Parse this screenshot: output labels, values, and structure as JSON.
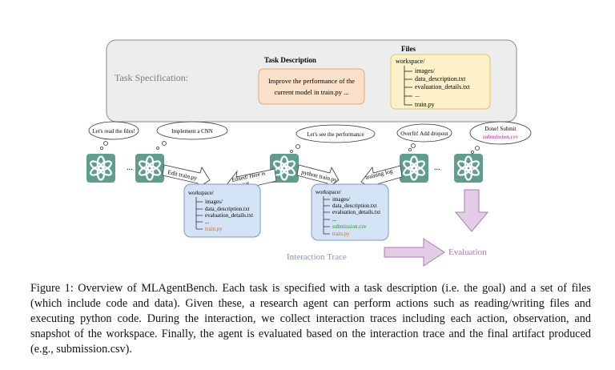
{
  "figure": {
    "task_spec_label": "Task Specification:",
    "task_description": {
      "heading": "Task Description",
      "lines": [
        "Improve the performance of the",
        "current model in train.py ..."
      ]
    },
    "files": {
      "heading": "Files",
      "root": "workspace/",
      "items": [
        "images/",
        "data_description.txt",
        "evaluation_details.txt",
        "...",
        "train.py"
      ]
    },
    "thoughts": {
      "t1": "Let's read the files!",
      "t2": "Implement a CNN",
      "t3": "Let's see the performance",
      "t4": "Overfit! Add dropout",
      "t5_line1": "Done! Submit",
      "t5_line2": "submission.csv"
    },
    "ellipsis": "...",
    "arrows": {
      "edit": "Edit train.py",
      "edited_line1": "Edited! Here is",
      "edited_line2": "the diff ...",
      "python": "python train.py",
      "log": "training log"
    },
    "workspace1": {
      "root": "workspace/",
      "items": [
        "images/",
        "data_description.txt",
        "evaluation_details.txt",
        "...",
        "train.py"
      ]
    },
    "workspace2": {
      "root": "workspace/",
      "items": [
        "images/",
        "data_description.txt",
        "evaluation_details.txt",
        "...",
        "submission.csv",
        "train.py"
      ]
    },
    "interaction_trace": "Interaction Trace",
    "evaluation": "Evaluation",
    "colors": {
      "spec_box": "#ededed",
      "desc_box": "#fbe1c9",
      "files_box": "#fdf1c9",
      "workspace_box": "#d4e2f6",
      "agent_icon": "#5f9e8c",
      "evaluation": "#c56bb5",
      "submission": "#1f9a2a",
      "train": "#d36b1d",
      "trace_text": "#7f95ce"
    }
  },
  "caption": {
    "label": "Figure 1:",
    "text": "Overview of MLAgentBench. Each task is specified with a task description (i.e. the goal) and a set of files (which include code and data). Given these, a research agent can perform actions such as reading/writing files and executing python code. During the interaction, we collect interaction traces including each action, observation, and snapshot of the workspace. Finally, the agent is evaluated based on the interaction trace and the final artifact produced (e.g., submission.csv)."
  }
}
